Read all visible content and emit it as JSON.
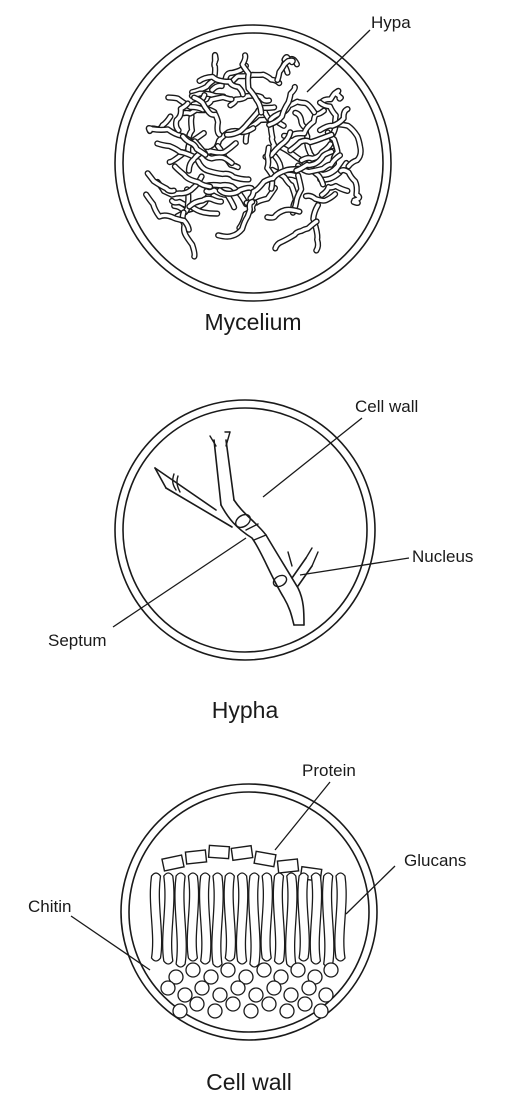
{
  "panels": [
    {
      "title": "Mycelium",
      "labels": {
        "hypa": "Hypa"
      }
    },
    {
      "title": "Hypha",
      "labels": {
        "cell_wall": "Cell wall",
        "nucleus": "Nucleus",
        "septum": "Septum"
      }
    },
    {
      "title": "Cell wall",
      "labels": {
        "protein": "Protein",
        "glucans": "Glucans",
        "chitin": "Chitin"
      }
    }
  ]
}
